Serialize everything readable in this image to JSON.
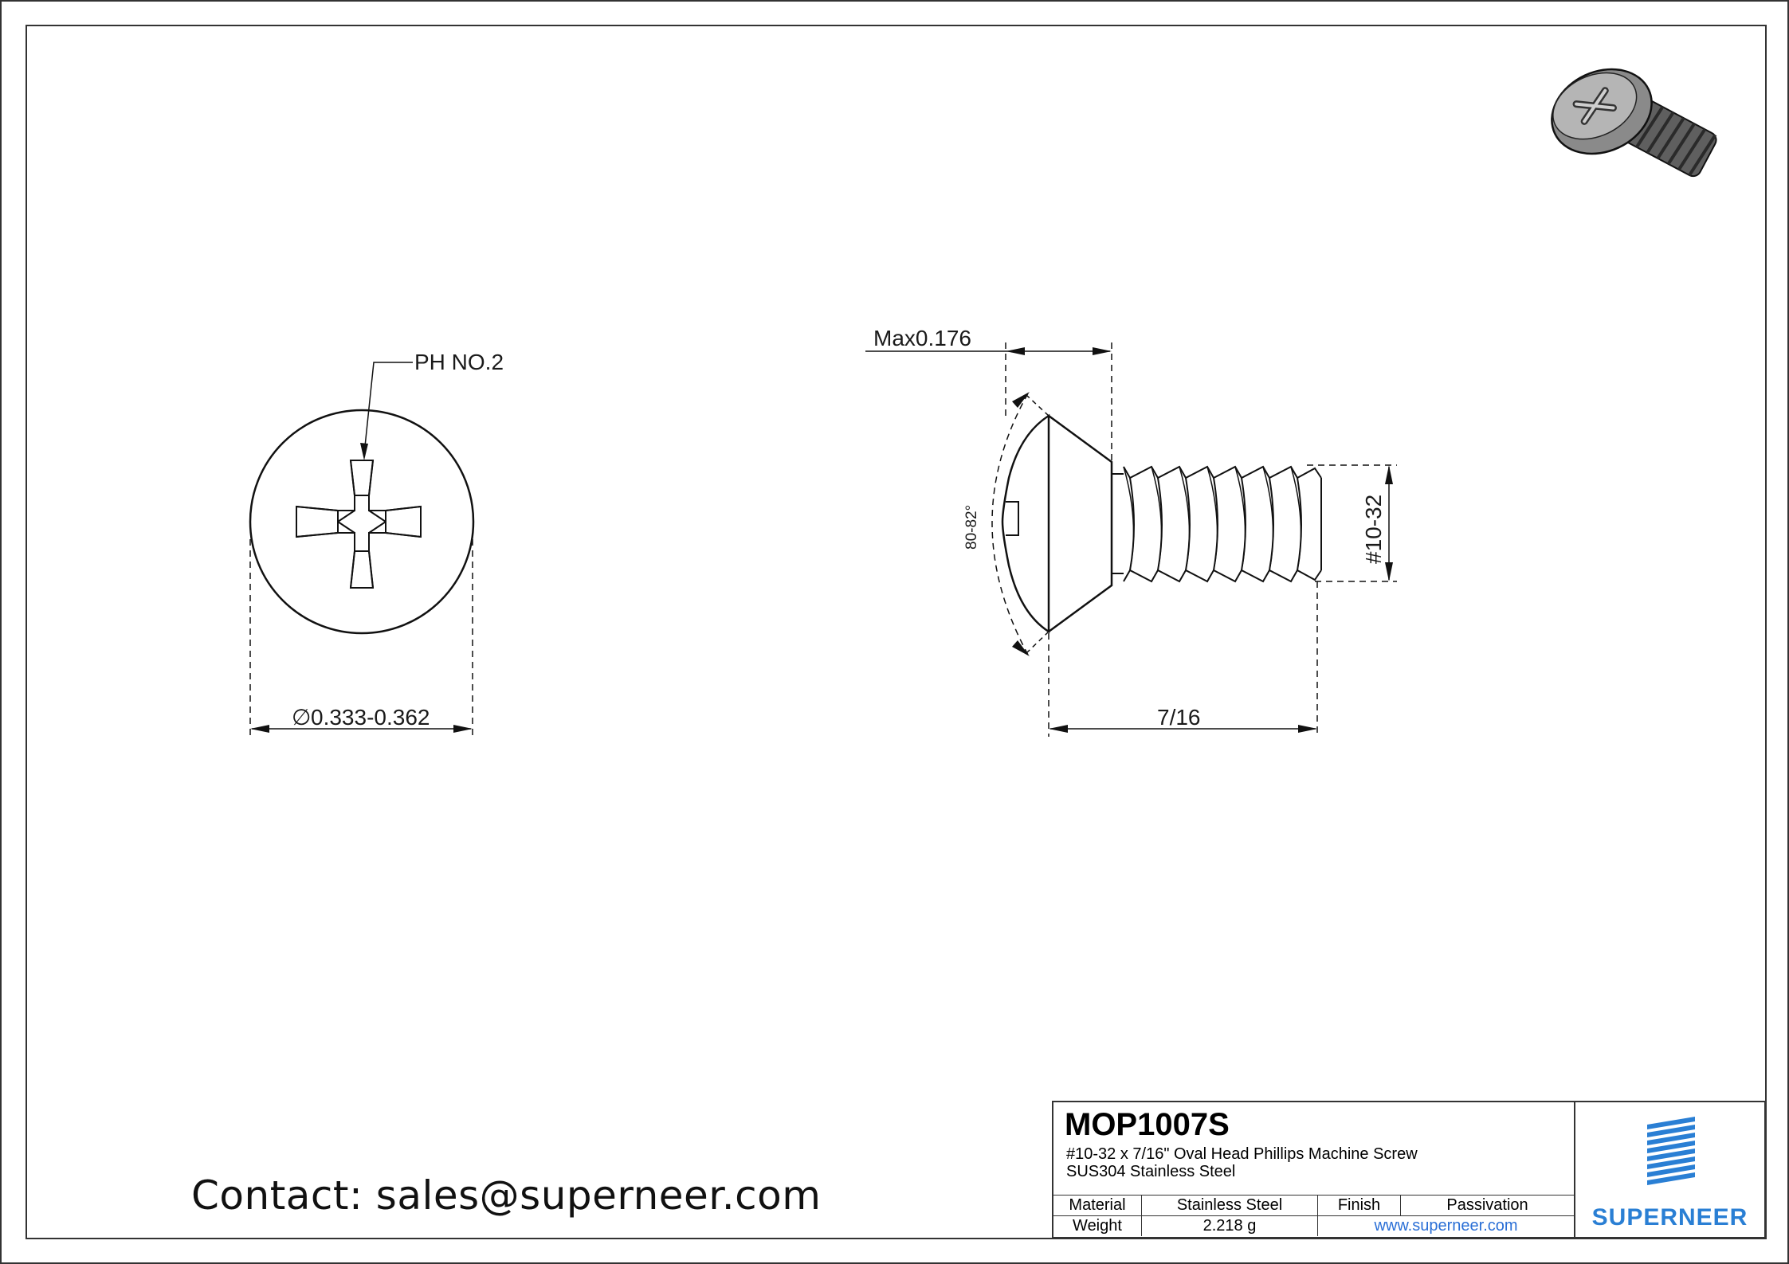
{
  "drawing": {
    "left_view": {
      "drive_label": "PH NO.2",
      "diameter_label": "0.333-0.362",
      "diameter_symbol": "∅"
    },
    "side_view": {
      "head_height_label": "Max0.176",
      "angle_label": "80-82°",
      "thread_label": "#10-32",
      "length_label": "7/16"
    },
    "product_icon": "screw-3d-icon"
  },
  "contact": {
    "text": "Contact: sales@superneer.com"
  },
  "title_block": {
    "part_number": "MOP1007S",
    "description": "#10-32 x 7/16\" Oval Head Phillips Machine Screw",
    "material_line": "SUS304 Stainless Steel",
    "rows": [
      {
        "label": "Material",
        "value": "Stainless Steel",
        "label2": "Finish",
        "value2": "Passivation"
      },
      {
        "label": "Weight",
        "value": "2.218 g",
        "website": "www.superneer.com"
      }
    ],
    "brand": "SUPERNEER",
    "brand_color": "#2a7fd4",
    "logo_icon": "stacked-stripes-logo-icon"
  }
}
